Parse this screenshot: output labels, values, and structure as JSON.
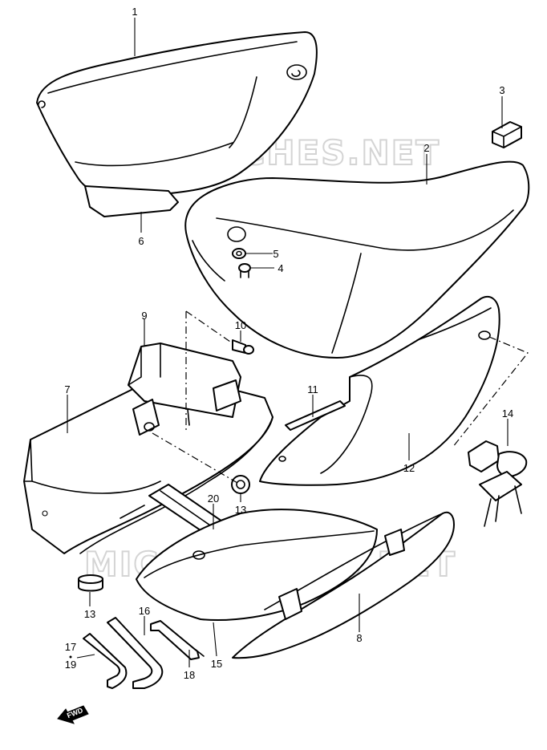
{
  "watermark": {
    "text": "MICROFICHES.NET",
    "color": "#d4d4d4"
  },
  "direction_badge": {
    "label": "FWD"
  },
  "callouts": [
    {
      "id": "c1",
      "label": "1"
    },
    {
      "id": "c2",
      "label": "2"
    },
    {
      "id": "c3",
      "label": "3"
    },
    {
      "id": "c4",
      "label": "4"
    },
    {
      "id": "c5",
      "label": "5"
    },
    {
      "id": "c6",
      "label": "6"
    },
    {
      "id": "c7",
      "label": "7"
    },
    {
      "id": "c8",
      "label": "8"
    },
    {
      "id": "c9",
      "label": "9"
    },
    {
      "id": "c10",
      "label": "10"
    },
    {
      "id": "c11",
      "label": "11"
    },
    {
      "id": "c12",
      "label": "12"
    },
    {
      "id": "c13a",
      "label": "13"
    },
    {
      "id": "c13b",
      "label": "13"
    },
    {
      "id": "c14",
      "label": "14"
    },
    {
      "id": "c15",
      "label": "15"
    },
    {
      "id": "c16",
      "label": "16"
    },
    {
      "id": "c17",
      "label": "17"
    },
    {
      "id": "c19",
      "label": "19"
    },
    {
      "id": "c18",
      "label": "18"
    },
    {
      "id": "c20",
      "label": "20"
    }
  ]
}
